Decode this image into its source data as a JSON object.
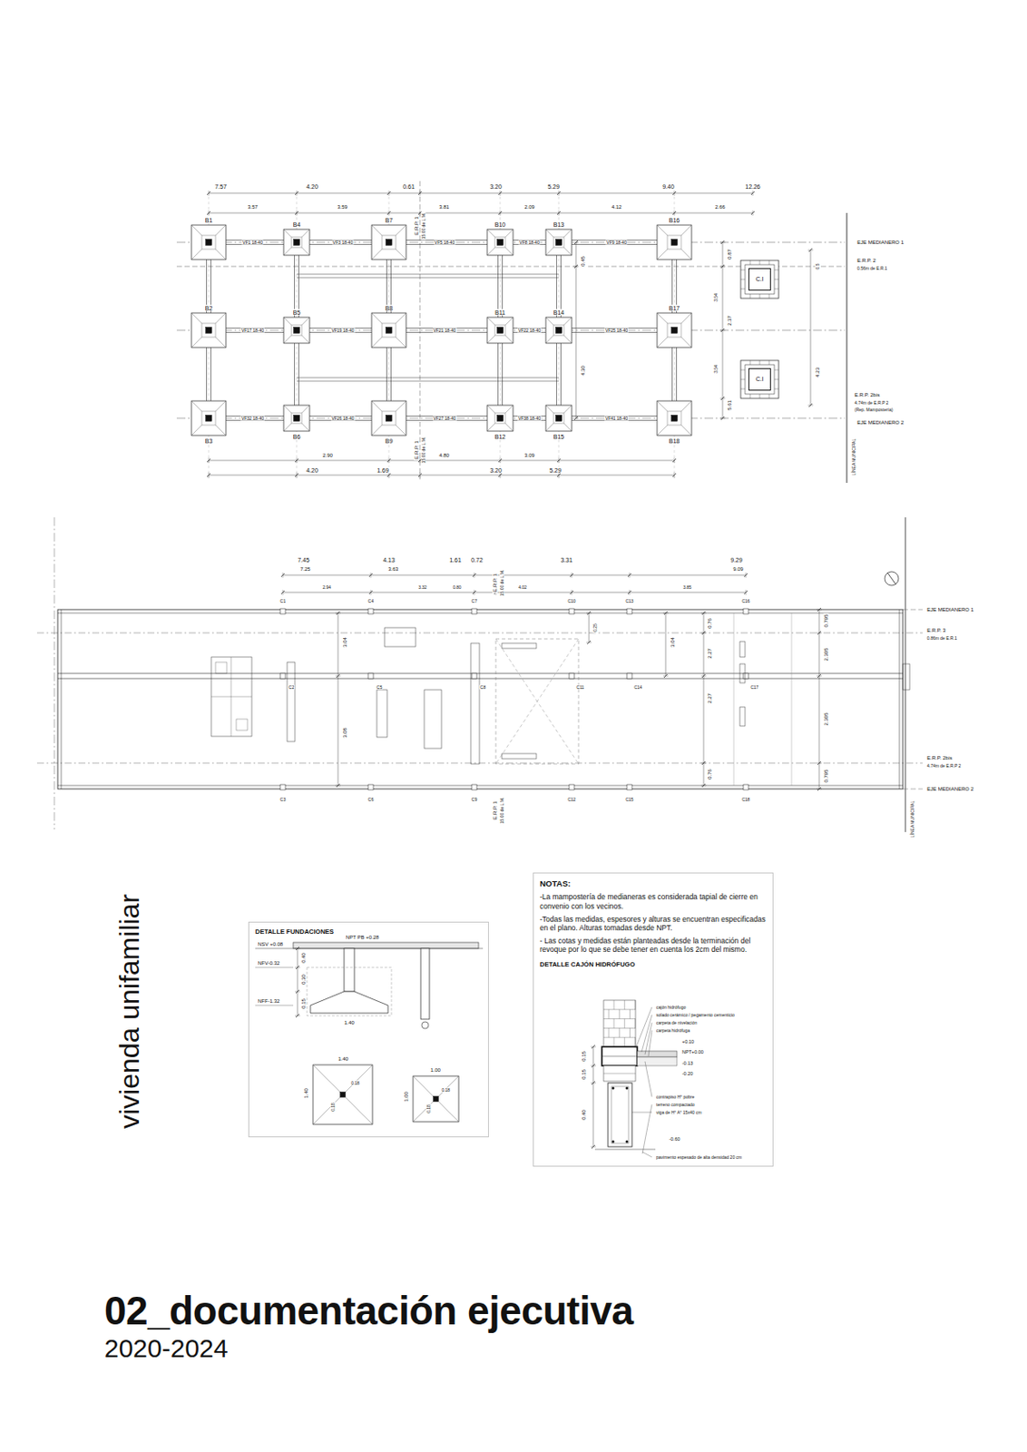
{
  "diagram": {
    "title": "02_documentación ejecutiva",
    "caption": "2020-2024",
    "nodes": [
      {
        "text": [
          "C.I"
        ]
      },
      {
        "text": [
          "C.I"
        ]
      },
      {
        "text": [
          "DETALLE FUNDACIONES"
        ]
      },
      {
        "text": [
          "NOTAS:",
          "-La mampostería de medianeras es considerada tapial de cierre en convenio con los vecinos.",
          "-Todas las medidas, espesores y alturas se encuentran especificadas en el plano. Alturas tomadas desde NPT.",
          "- Las cotas y medidas están planteadas desde la terminación del revoque por lo que se debe tener en cuenta los 2cm del mismo.",
          "DETALLE CAJÓN HIDRÓFUGO"
        ]
      }
    ],
    "labels": [
      "7.57",
      "4.20",
      "0.61",
      "3.20",
      "5.29",
      "9.40",
      "12.26",
      "3.57",
      "3.59",
      "3.81",
      "2.09",
      "4.12",
      "2.66",
      "E.R.P. 1",
      "15.00 de L.M.",
      "E.R.P. 1",
      "15.00 de L.M.",
      "EJE MEDIANERO 1",
      "E.R.P. 2",
      "0.56m de E.R.1",
      "E.R.P. 2bis",
      "4.74m de E.R.P 2",
      "(Rep. Mampostería)",
      "EJE MEDIANERO 2",
      "LÍNEA MUNICIPAL",
      "0.87",
      "3.54",
      "2.37",
      "3.54",
      "5.61",
      "0.5",
      "4.23",
      "0.45",
      "4.30",
      "2.90",
      "4.80",
      "3.09",
      "4.20",
      "1.69",
      "3.20",
      "5.29",
      "B1",
      "B4",
      "B7",
      "B10",
      "B13",
      "B16",
      "B2",
      "B5",
      "B8",
      "B11",
      "B14",
      "B17",
      "B3",
      "B6",
      "B9",
      "B12",
      "B15",
      "B18",
      "VF1 18-40",
      "VF3 18-40",
      "VF5 18-40",
      "VF8 18-40",
      "VF9 18-40",
      "VF17 18-40",
      "VF19 18-40",
      "VF21 18-40",
      "VF22 18-40",
      "VF25 18-40",
      "VF32 18-40",
      "VF26 18-40",
      "VF27 18-40",
      "VF38 18-40",
      "VF41 18-40",
      "7.45",
      "4.13",
      "1.61",
      "0.72",
      "3.31",
      "9.29",
      "7.25",
      "3.63",
      "9.09",
      "2.94",
      "3.32",
      "0.80",
      "4.02",
      "3.85",
      "E.R.P. 1",
      "15.00 de L.M.",
      "E.R.P. 1",
      "15.00 de L.M.",
      "EJE MEDIANERO 1",
      "E.R.P. 3",
      "0.86m de E.R.1",
      "E.R.P. 2bis",
      "4.74m de E.R.P 2",
      "EJE MEDIANERO 2",
      "LÍNEA MUNICIPAL",
      "0.795",
      "2.305",
      "2.305",
      "0.795",
      "0.76",
      "2.27",
      "2.27",
      "0.76",
      "3.04",
      "3.08",
      "3.04",
      "0.25",
      "C1",
      "C4",
      "C7",
      "C10",
      "C13",
      "C16",
      "C2",
      "C5",
      "C8",
      "C11",
      "C14",
      "C17",
      "C3",
      "C6",
      "C9",
      "C12",
      "C15",
      "C18",
      "NPT PB +0.28",
      "NSV +0.08",
      "NFV-0.32",
      "NFF-1.32",
      "0.40",
      "0.30",
      "0.15",
      "1.40",
      "1.40",
      "1.40",
      "0.18",
      "0.18",
      "1.00",
      "1.00",
      "0.18",
      "0.18",
      "0.15",
      "0.15",
      "0.40",
      "+0.10",
      "NPT+0.00",
      "-0.13",
      "-0.20",
      "-0.60",
      "cajón hidrófugo",
      "solado cerámico / pegamento cementicio",
      "carpeta de nivelación",
      "carpeta hidrófuga",
      "contrapiso H° pobre",
      "terreno compactado",
      "viga de H° A° 15x40 cm",
      "pavimento espesado de alta densidad 20 cm",
      "vivienda unifamiliar"
    ]
  }
}
